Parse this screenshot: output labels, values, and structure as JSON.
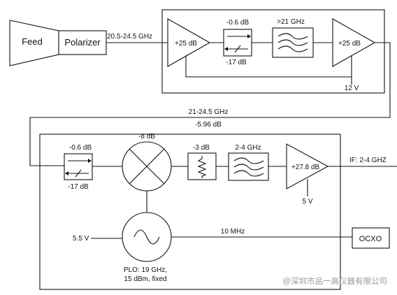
{
  "blocks": {
    "feed": "Feed",
    "polarizer": "Polarizer",
    "ocxo": "OCXO"
  },
  "front_end": {
    "input_band": "20.5-24.5 GHz",
    "amp1_gain": "+25 dB",
    "isolator_loss": "-0.6 dB",
    "isolator_reverse": "-17 dB",
    "hpf_label": ">21 GHz",
    "amp2_gain": "+25 dB",
    "supply": "12 V"
  },
  "link": {
    "band": "21-24.5 GHz",
    "loss": "-5.96 dB"
  },
  "downconverter": {
    "isolator_loss": "-0.6 dB",
    "isolator_reverse": "-17 dB",
    "mixer_loss": "-8 dB",
    "attenuator": "-3 dB",
    "bpf_label": "2-4 GHz",
    "if_amp_gain": "+27.8 dB",
    "if_amp_supply": "5 V",
    "if_output": "IF: 2-4 GHZ",
    "plo_supply": "5.5 V",
    "ref_freq": "10 MHz",
    "plo_line1": "PLO: 19 GHz,",
    "plo_line2": "15 dBm, fixed"
  },
  "watermark": "@深圳市品一高仪器有限公司"
}
